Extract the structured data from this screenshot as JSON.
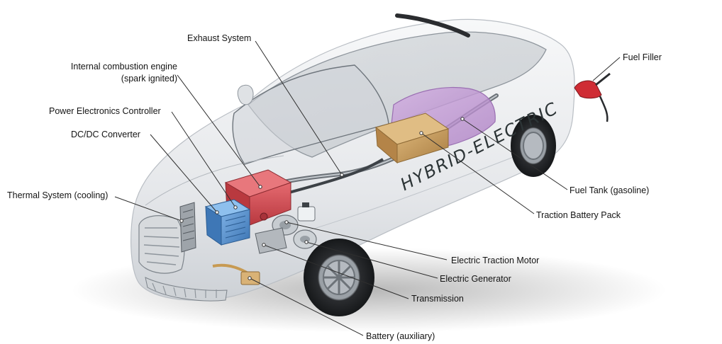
{
  "car_branding": "HYBRID-ELECTRIC",
  "labels": {
    "exhaust_system": "Exhaust System",
    "ice_line1": "Internal combustion engine",
    "ice_line2": "(spark ignited)",
    "power_electronics": "Power Electronics Controller",
    "dcdc_converter": "DC/DC Converter",
    "thermal_system": "Thermal System (cooling)",
    "fuel_filler": "Fuel Filler",
    "fuel_tank": "Fuel Tank (gasoline)",
    "traction_battery": "Traction Battery Pack",
    "traction_motor": "Electric Traction Motor",
    "generator": "Electric Generator",
    "transmission": "Transmission",
    "aux_battery": "Battery (auxiliary)"
  },
  "colors": {
    "engine": "#d9545a",
    "fuel_tank": "#c39ad7",
    "traction_battery": "#c89c5c",
    "power_electronics": "#4f8fd0",
    "body": "#e9ebee",
    "tire": "#2a2c2f",
    "leader": "#2f2f2f"
  }
}
